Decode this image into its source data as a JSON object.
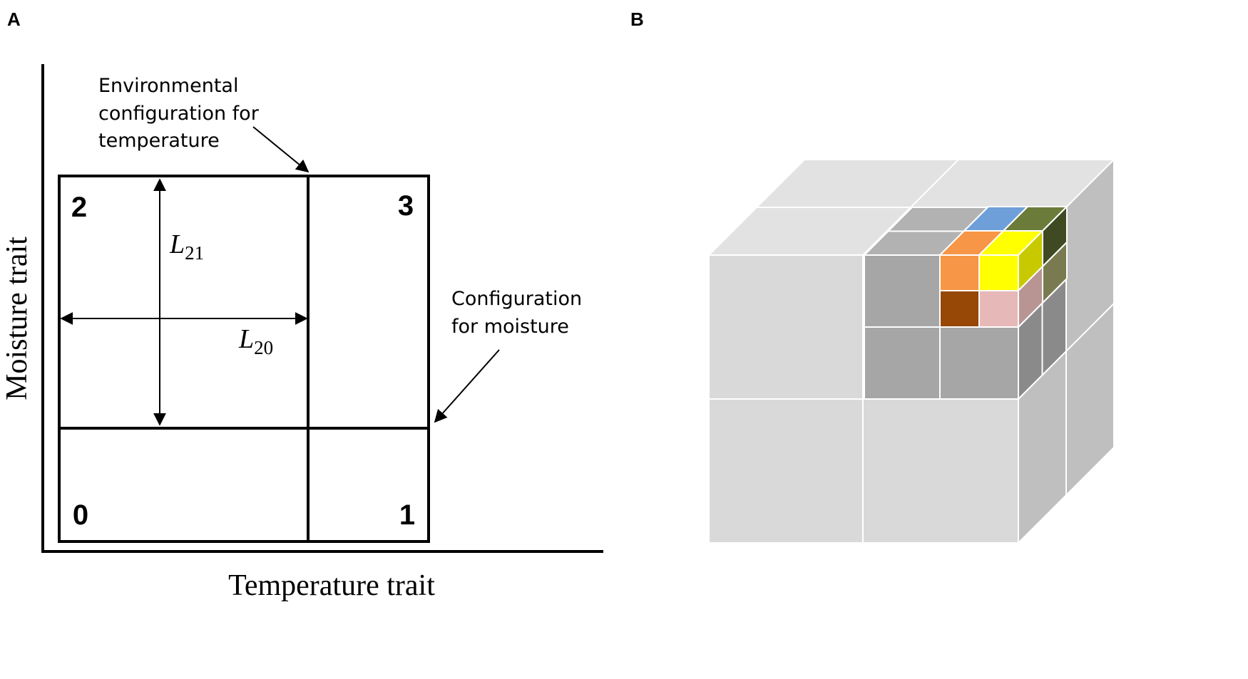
{
  "panels": {
    "a": {
      "letter": "A"
    },
    "b": {
      "letter": "B"
    }
  },
  "axes": {
    "x_label": "Temperature trait",
    "y_label": "Moisture trait"
  },
  "quadrants": [
    "0",
    "1",
    "2",
    "3"
  ],
  "distances": {
    "l21": {
      "symbol": "L",
      "subscript": "21"
    },
    "l20": {
      "symbol": "L",
      "subscript": "20"
    }
  },
  "annotations": {
    "temperature": [
      "Environmental",
      "configuration for",
      "temperature"
    ],
    "moisture": [
      "Configuration",
      "for moisture"
    ]
  },
  "cube_colors": {
    "light_gray": "#d9d9d9",
    "light_gray_top": "#e2e2e2",
    "light_gray_side": "#bfbfbf",
    "mid_gray": "#a6a6a6",
    "mid_gray_top": "#b2b2b2",
    "mid_gray_side": "#8a8a8a",
    "orange": "#f79646",
    "yellow": "#ffff00",
    "brown": "#974706",
    "pink": "#e6b9b8",
    "blue": "#6e9fd8",
    "olive": "#6b7b3a"
  }
}
